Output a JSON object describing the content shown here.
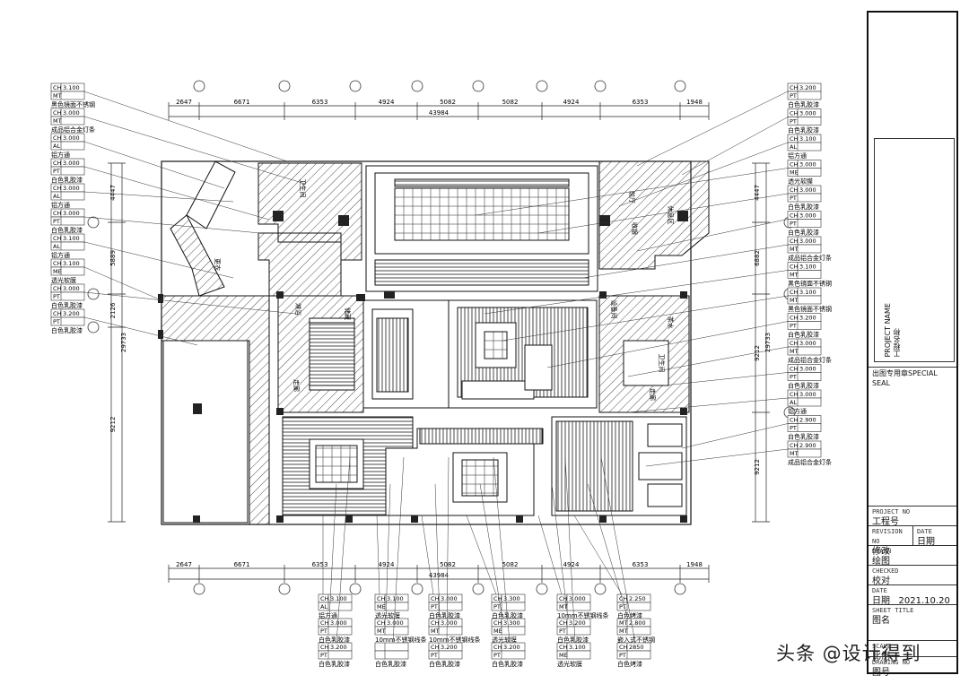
{
  "dims": {
    "top": [
      "2647",
      "6671",
      "6353",
      "4924",
      "5082",
      "5082",
      "4924",
      "6353",
      "1948"
    ],
    "top_total": "43984",
    "bottom": [
      "2647",
      "6671",
      "6353",
      "4924",
      "5082",
      "5082",
      "4924",
      "6353",
      "1948"
    ],
    "bottom_total": "43984",
    "left_outer": "29733",
    "left_inner": [
      "4447",
      "5889",
      "2126",
      "9212"
    ],
    "right_outer": "29733",
    "right_inner": [
      "4447",
      "6882",
      "9212",
      "9212"
    ]
  },
  "callouts_left": [
    {
      "code": "CH",
      "val": "3.100",
      "sub": "MT",
      "name": "黑色镜面不锈钢"
    },
    {
      "code": "CH",
      "val": "3.000",
      "sub": "MT",
      "name": "成品铝合金灯条"
    },
    {
      "code": "CH",
      "val": "3.000",
      "sub": "AL",
      "name": "铝方通"
    },
    {
      "code": "CH",
      "val": "3.000",
      "sub": "PT",
      "name": "白色乳胶漆"
    },
    {
      "code": "CH",
      "val": "3.000",
      "sub": "AL",
      "name": "铝方通"
    },
    {
      "code": "CH",
      "val": "3.000",
      "sub": "PT",
      "name": "白色乳胶漆"
    },
    {
      "code": "CH",
      "val": "3.100",
      "sub": "AL",
      "name": "铝方通"
    },
    {
      "code": "CH",
      "val": "3.100",
      "sub": "ME",
      "name": "透光软膜"
    },
    {
      "code": "CH",
      "val": "3.000",
      "sub": "PT",
      "name": "白色乳胶漆"
    },
    {
      "code": "CH",
      "val": "3.200",
      "sub": "PT",
      "name": "白色乳胶漆"
    }
  ],
  "callouts_right": [
    {
      "code": "CH",
      "val": "3.200",
      "sub": "PT",
      "name": "白色乳胶漆"
    },
    {
      "code": "CH",
      "val": "3.000",
      "sub": "PT",
      "name": "白色乳胶漆"
    },
    {
      "code": "CH",
      "val": "3.100",
      "sub": "AL",
      "name": "铝方通"
    },
    {
      "code": "CH",
      "val": "3.000",
      "sub": "ME",
      "name": "透光软膜"
    },
    {
      "code": "CH",
      "val": "3.000",
      "sub": "PT",
      "name": "白色乳胶漆"
    },
    {
      "code": "CH",
      "val": "3.000",
      "sub": "PT",
      "name": "白色乳胶漆"
    },
    {
      "code": "CH",
      "val": "3.000",
      "sub": "MT",
      "name": "成品铝合金灯条"
    },
    {
      "code": "CH",
      "val": "3.100",
      "sub": "MT",
      "name": "黑色镜面不锈钢"
    },
    {
      "code": "CH",
      "val": "3.100",
      "sub": "MT",
      "name": "黑色镜面不锈钢"
    },
    {
      "code": "CH",
      "val": "3.200",
      "sub": "PT",
      "name": "白色乳胶漆"
    },
    {
      "code": "CH",
      "val": "3.000",
      "sub": "MT",
      "name": "成品铝合金灯条"
    },
    {
      "code": "CH",
      "val": "3.000",
      "sub": "PT",
      "name": "白色乳胶漆"
    },
    {
      "code": "CH",
      "val": "3.000",
      "sub": "AL",
      "name": "铝方通"
    },
    {
      "code": "CH",
      "val": "2.900",
      "sub": "PT",
      "name": "白色乳胶漆"
    },
    {
      "code": "CH",
      "val": "2.900",
      "sub": "MT",
      "name": "成品铝合金灯条"
    }
  ],
  "callouts_bottom": [
    {
      "code": "CH",
      "val": "3.100",
      "sub": "AL",
      "name": "铝方通",
      "code2": "CH",
      "val2": "3.000",
      "sub2": "PT",
      "name2": "白色乳胶漆",
      "code3": "CH",
      "val3": "3.200",
      "sub3": "PT",
      "name3": "白色乳胶漆"
    },
    {
      "code": "CH",
      "val": "3.100",
      "sub": "ME",
      "name": "透光软膜",
      "code2": "CH",
      "val2": "3.000",
      "sub2": "MT",
      "name2": "10mm不锈钢线条",
      "code3": "",
      "val3": "",
      "sub3": "",
      "name3": "白色乳胶漆"
    },
    {
      "code": "CH",
      "val": "3.000",
      "sub": "PT",
      "name": "白色乳胶漆",
      "code2": "CH",
      "val2": "3.000",
      "sub2": "MT",
      "name2": "10mm不锈钢线条",
      "code3": "CH",
      "val3": "3.200",
      "sub3": "PT",
      "name3": "白色乳胶漆"
    },
    {
      "code": "CH",
      "val": "3.300",
      "sub": "PT",
      "name": "白色乳胶漆",
      "code2": "CH",
      "val2": "3.300",
      "sub2": "ME",
      "name2": "透光软膜",
      "code3": "CH",
      "val3": "3.200",
      "sub3": "PT",
      "name3": "白色乳胶漆"
    },
    {
      "code": "CH",
      "val": "3.000",
      "sub": "MT",
      "name": "10mm不锈钢线条",
      "code2": "CH",
      "val2": "3.200",
      "sub2": "PT",
      "name2": "白色乳胶漆",
      "code3": "CH",
      "val3": "3.100",
      "sub3": "ME",
      "name3": "透光软膜"
    },
    {
      "code": "CH",
      "val": "2.250",
      "sub": "PT",
      "name": "白色烤漆",
      "code2": "MT",
      "val2": "2.800",
      "sub2": "MT",
      "name2": "嵌入式不锈钢",
      "code3": "CH",
      "val3": "2850",
      "sub3": "PT",
      "name3": "白色烤漆"
    }
  ],
  "room_labels": [
    "卫生间",
    "更衣",
    "淋浴",
    "储藏",
    "走廊",
    "前厅",
    "休息区",
    "设备间",
    "茶水",
    "卫生间",
    "走廊",
    "收银"
  ],
  "titleblock": {
    "project_name_en": "PROJECT NAME",
    "project_name_cn": "工程名称",
    "seal": "出图专用章SPECIAL SEAL",
    "project_no_en": "PROJECT NO",
    "project_no_cn": "工程号",
    "revision_no_en": "REVISION NO",
    "revision_no_cn": "修改",
    "date_en": "DATE",
    "date_cn": "日期",
    "drawn_en": "DRAWN",
    "drawn_cn": "绘图",
    "checked_en": "CHECKED",
    "checked_cn": "校对",
    "date2_en": "DATE",
    "date2_cn": "日期",
    "date2_value": "2021.10.20",
    "sheet_title_en": "SHEET TITLE",
    "sheet_title_cn": "图名",
    "scale_en": "SCALE",
    "scale_cn": "比例",
    "drawing_no_en": "DRAWING NO",
    "drawing_no_cn": "图号"
  },
  "watermark": "头条 @设计得到"
}
